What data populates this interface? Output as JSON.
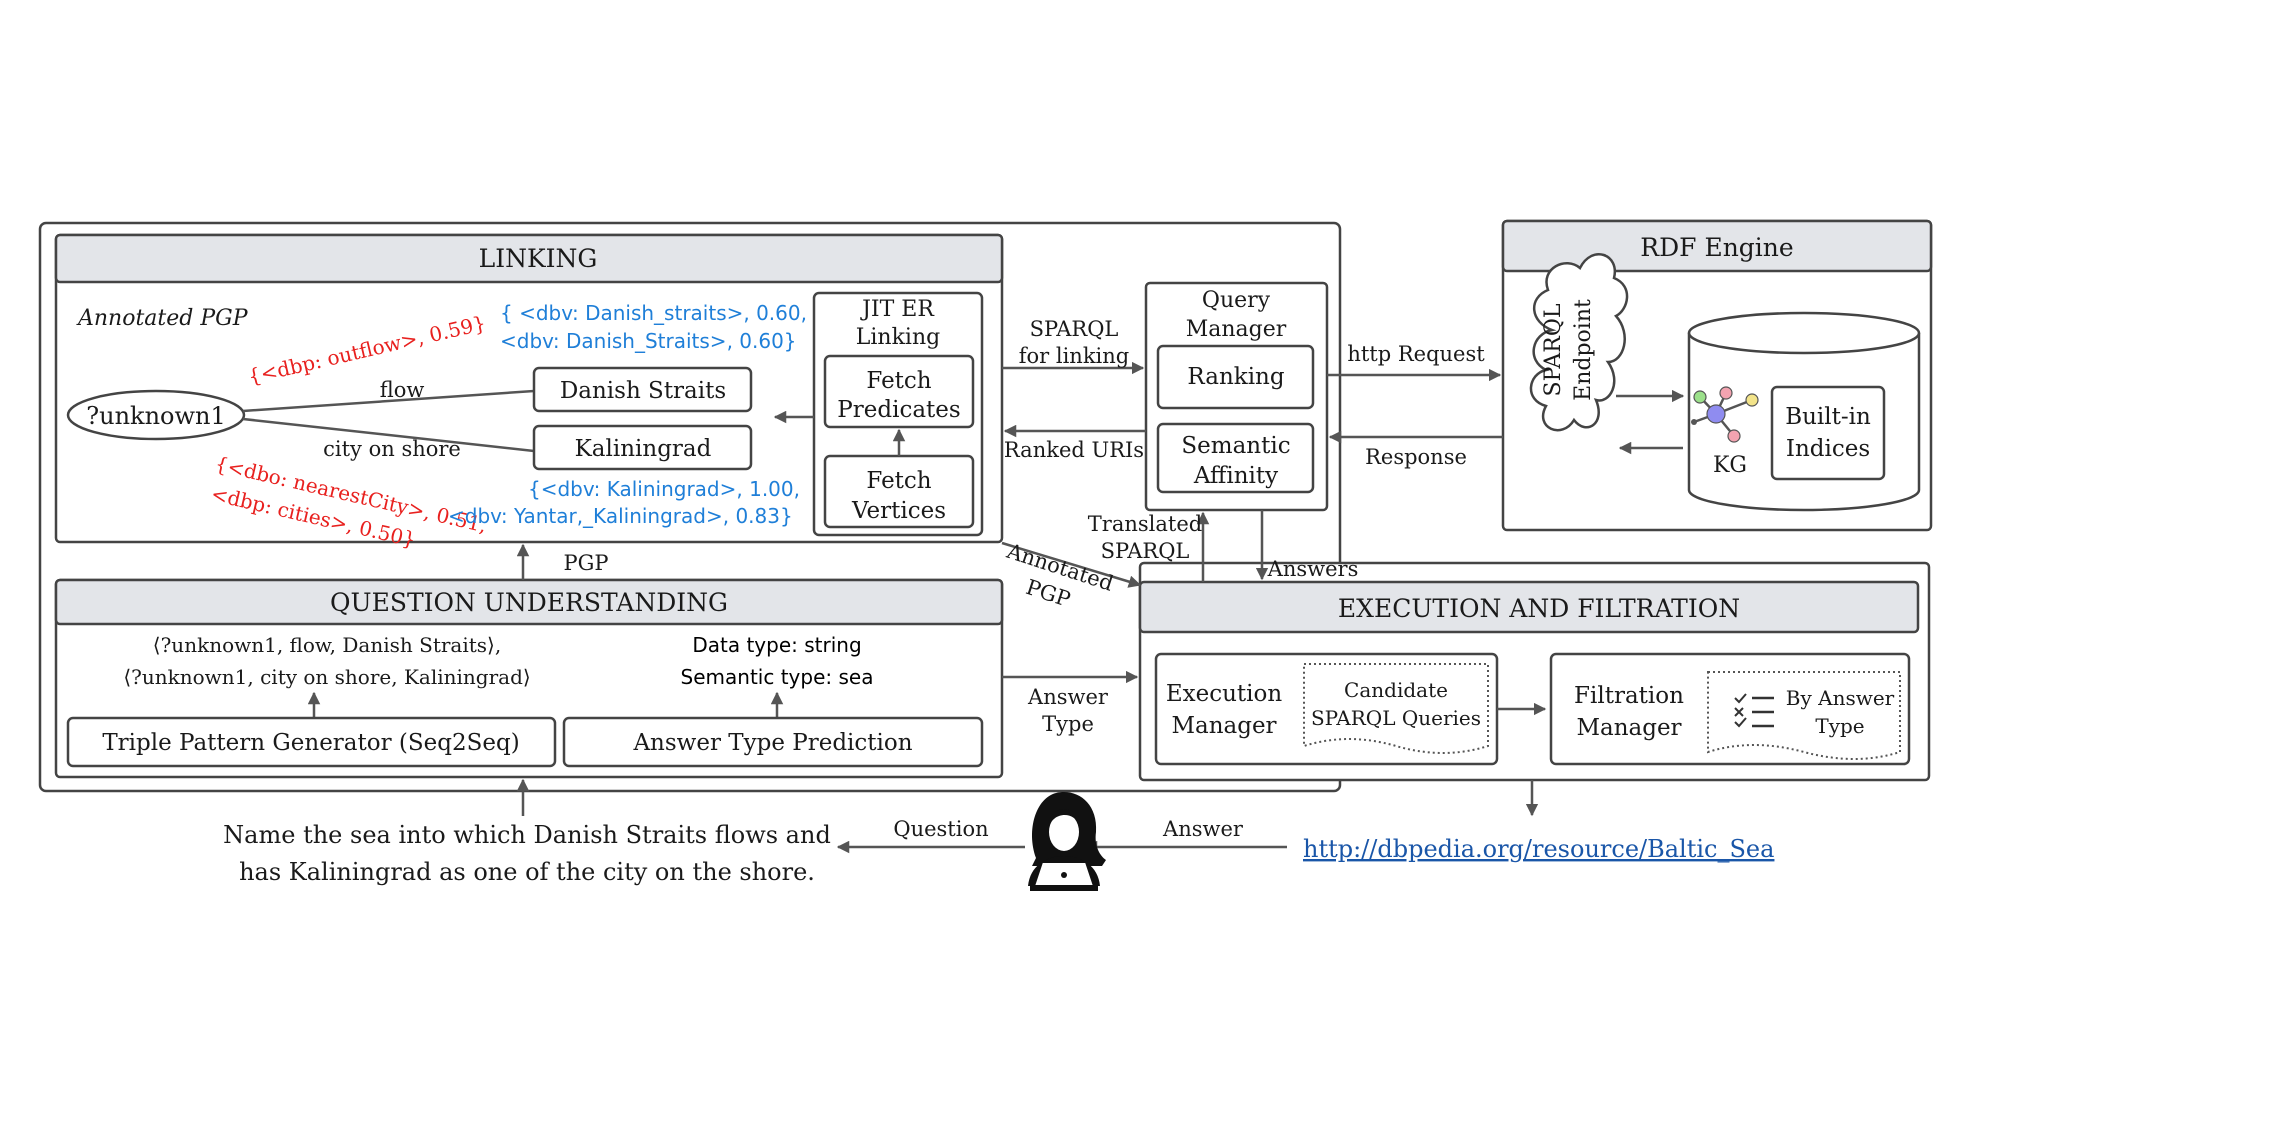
{
  "linking": {
    "title": "LINKING",
    "annotated_pgp": "Annotated PGP",
    "unknown_node": "?unknown1",
    "edge_flow": "flow",
    "edge_city": "city on shore",
    "entity1": "Danish Straits",
    "entity2": "Kaliningrad",
    "red_ann1": "{<dbp: outflow>, 0.59}",
    "red_ann2_l1": "{<dbo: nearestCity>, 0.51,",
    "red_ann2_l2": "<dbp: cities>, 0.50}",
    "blue_ann1_l1": "{  <dbv: Danish_straits>, 0.60,",
    "blue_ann1_l2": "<dbv: Danish_Straits>, 0.60}",
    "blue_ann2_l1": "{<dbv: Kaliningrad>, 1.00,",
    "blue_ann2_l2": "<dbv: Yantar,_Kaliningrad>, 0.83}",
    "jit_l1": "JIT ER",
    "jit_l2": "Linking",
    "fetch_pred_l1": "Fetch",
    "fetch_pred_l2": "Predicates",
    "fetch_vert_l1": "Fetch",
    "fetch_vert_l2": "Vertices"
  },
  "query_manager": {
    "title_l1": "Query",
    "title_l2": "Manager",
    "ranking": "Ranking",
    "semantic_l1": "Semantic",
    "semantic_l2": "Affinity"
  },
  "rdf": {
    "title": "RDF Engine",
    "endpoint_l1": "SPARQL",
    "endpoint_l2": "Endpoint",
    "kg": "KG",
    "indices_l1": "Built-in",
    "indices_l2": "Indices"
  },
  "qu": {
    "title": "QUESTION UNDERSTANDING",
    "triples_l1": "⟨?unknown1, flow, Danish Straits⟩,",
    "triples_l2": "⟨?unknown1, city on shore, Kaliningrad⟩",
    "datatype": "Data type: string",
    "semtype": "Semantic type: sea",
    "tpg": "Triple Pattern Generator (Seq2Seq)",
    "atp": "Answer Type Prediction"
  },
  "exec": {
    "title": "EXECUTION AND FILTRATION",
    "em_l1": "Execution",
    "em_l2": "Manager",
    "cand_l1": "Candidate",
    "cand_l2": "SPARQL Queries",
    "fm_l1": "Filtration",
    "fm_l2": "Manager",
    "by_l1": "By Answer",
    "by_l2": "Type"
  },
  "arrows": {
    "sparql_l1": "SPARQL",
    "sparql_l2": "for linking",
    "ranked": "Ranked URIs",
    "http": "http Request",
    "response": "Response",
    "translated_l1": "Translated",
    "translated_l2": "SPARQL",
    "answers": "Answers",
    "annotated_l1": "Annotated",
    "annotated_l2": "PGP",
    "answer_type_l1": "Answer",
    "answer_type_l2": "Type",
    "pgp": "PGP",
    "question": "Question",
    "answer": "Answer"
  },
  "question_text_l1": "Name the sea into which Danish Straits flows and",
  "question_text_l2": "has Kaliningrad as one of the city on the shore.",
  "answer_link": "http://dbpedia.org/resource/Baltic_Sea",
  "colors": {
    "header_fill": "#e3e5e9",
    "annotation_red": "#e8201e",
    "annotation_blue": "#1f7fd8",
    "link_blue": "#1a56a8"
  }
}
